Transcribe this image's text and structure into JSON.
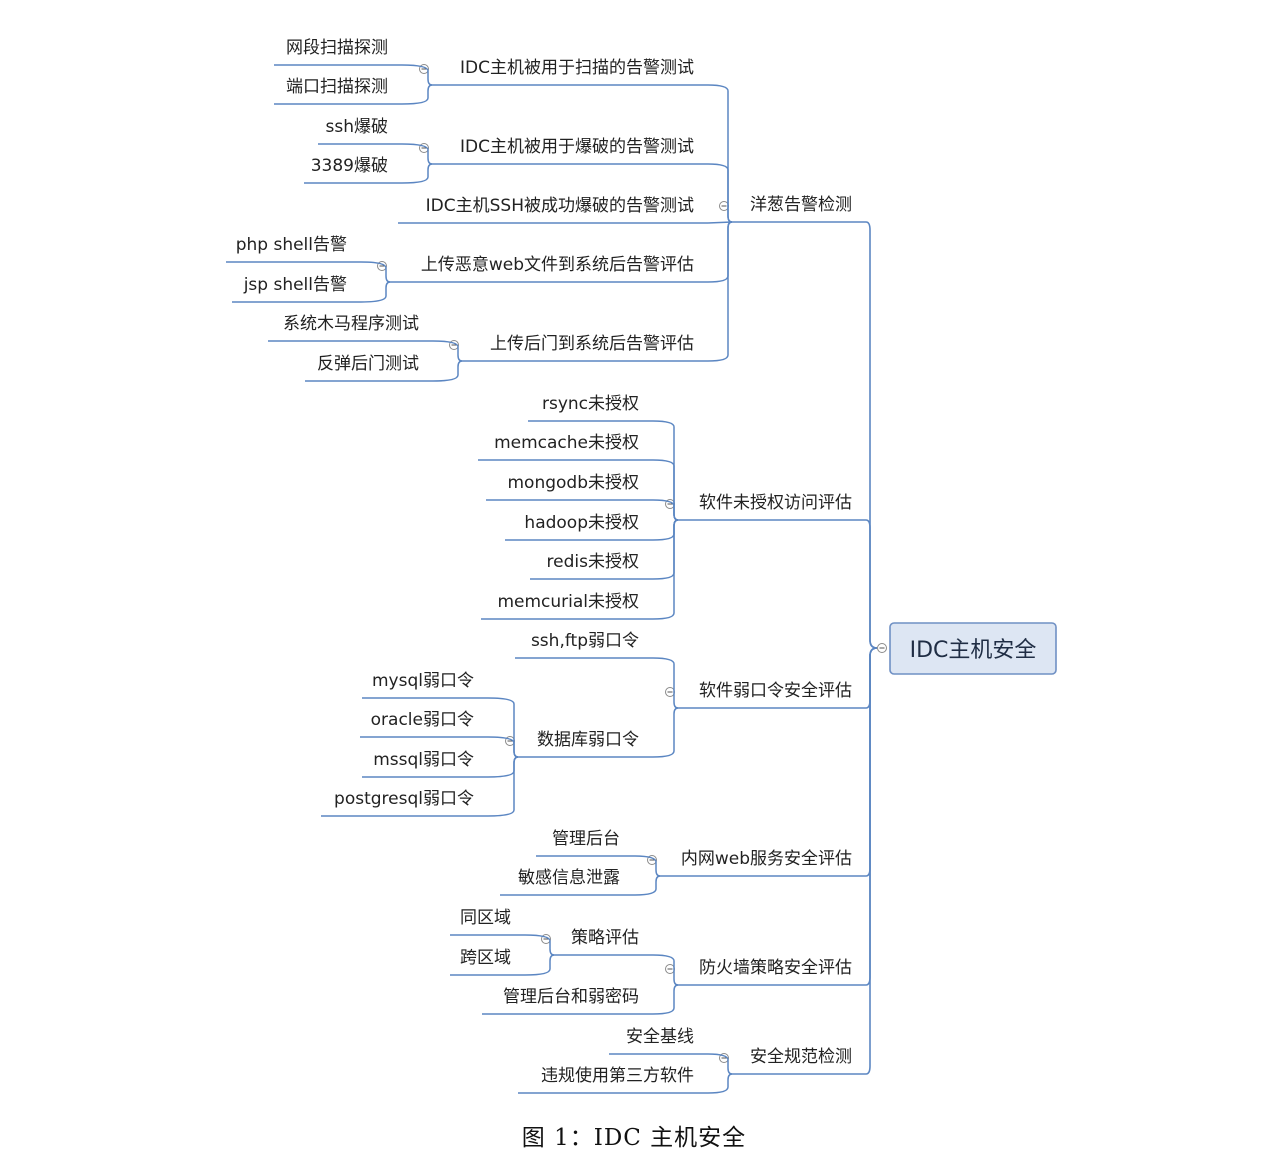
{
  "root": {
    "label": "IDC主机安全"
  },
  "caption": "图 1：IDC 主机安全",
  "colors": {
    "line": "#5b86c2",
    "root_fill": "#dde6f3",
    "root_border": "#6f90c4",
    "text": "#222222"
  },
  "branches": [
    {
      "label": "洋葱告警检测",
      "children": [
        {
          "label": "IDC主机被用于扫描的告警测试",
          "children": [
            {
              "label": "网段扫描探测"
            },
            {
              "label": "端口扫描探测"
            }
          ]
        },
        {
          "label": "IDC主机被用于爆破的告警测试",
          "children": [
            {
              "label": "ssh爆破"
            },
            {
              "label": "3389爆破"
            }
          ]
        },
        {
          "label": "IDC主机SSH被成功爆破的告警测试"
        },
        {
          "label": "上传恶意web文件到系统后告警评估",
          "children": [
            {
              "label": "php shell告警"
            },
            {
              "label": "jsp shell告警"
            }
          ]
        },
        {
          "label": "上传后门到系统后告警评估",
          "children": [
            {
              "label": "系统木马程序测试"
            },
            {
              "label": "反弹后门测试"
            }
          ]
        }
      ]
    },
    {
      "label": "软件未授权访问评估",
      "children": [
        {
          "label": "rsync未授权"
        },
        {
          "label": "memcache未授权"
        },
        {
          "label": "mongodb未授权"
        },
        {
          "label": "hadoop未授权"
        },
        {
          "label": "redis未授权"
        },
        {
          "label": "memcurial未授权"
        }
      ]
    },
    {
      "label": "软件弱口令安全评估",
      "children": [
        {
          "label": "ssh,ftp弱口令"
        },
        {
          "label": "数据库弱口令",
          "children": [
            {
              "label": "mysql弱口令"
            },
            {
              "label": "oracle弱口令"
            },
            {
              "label": "mssql弱口令"
            },
            {
              "label": "postgresql弱口令"
            }
          ]
        }
      ]
    },
    {
      "label": "内网web服务安全评估",
      "children": [
        {
          "label": "管理后台"
        },
        {
          "label": "敏感信息泄露"
        }
      ]
    },
    {
      "label": "防火墙策略安全评估",
      "children": [
        {
          "label": "策略评估",
          "children": [
            {
              "label": "同区域"
            },
            {
              "label": "跨区域"
            }
          ]
        },
        {
          "label": "管理后台和弱密码"
        }
      ]
    },
    {
      "label": "安全规范检测",
      "children": [
        {
          "label": "安全基线"
        },
        {
          "label": "违规使用第三方软件"
        }
      ]
    }
  ]
}
